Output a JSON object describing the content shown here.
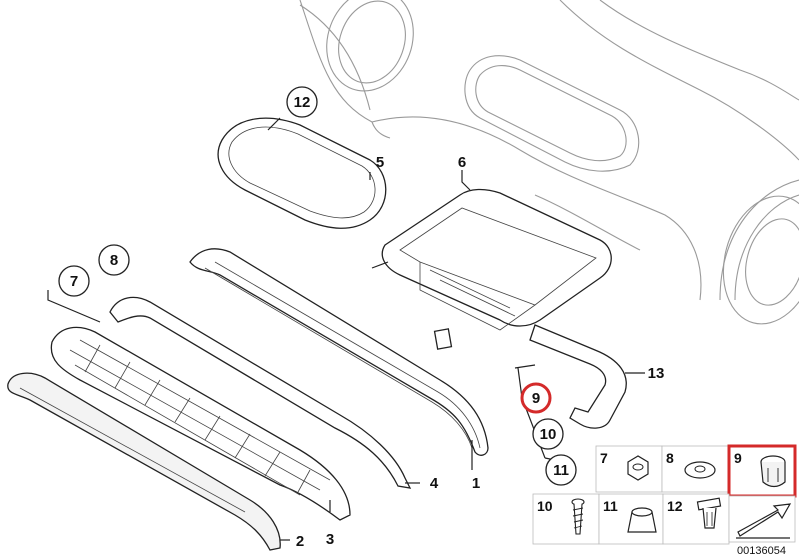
{
  "labels": {
    "l1": "1",
    "l2": "2",
    "l3": "3",
    "l4": "4",
    "l5": "5",
    "l6": "6",
    "l7": "7",
    "l8": "8",
    "l9": "9",
    "l10": "10",
    "l11": "11",
    "l12": "12",
    "l13": "13"
  },
  "small_parts": {
    "p7": "7",
    "p8": "8",
    "p9": "9",
    "p10": "10",
    "p11": "11",
    "p12": "12"
  },
  "diagram_code": "00136054",
  "colors": {
    "highlight": "#d42a2a",
    "line": "#222222",
    "car_outline": "#9a9a9a"
  }
}
